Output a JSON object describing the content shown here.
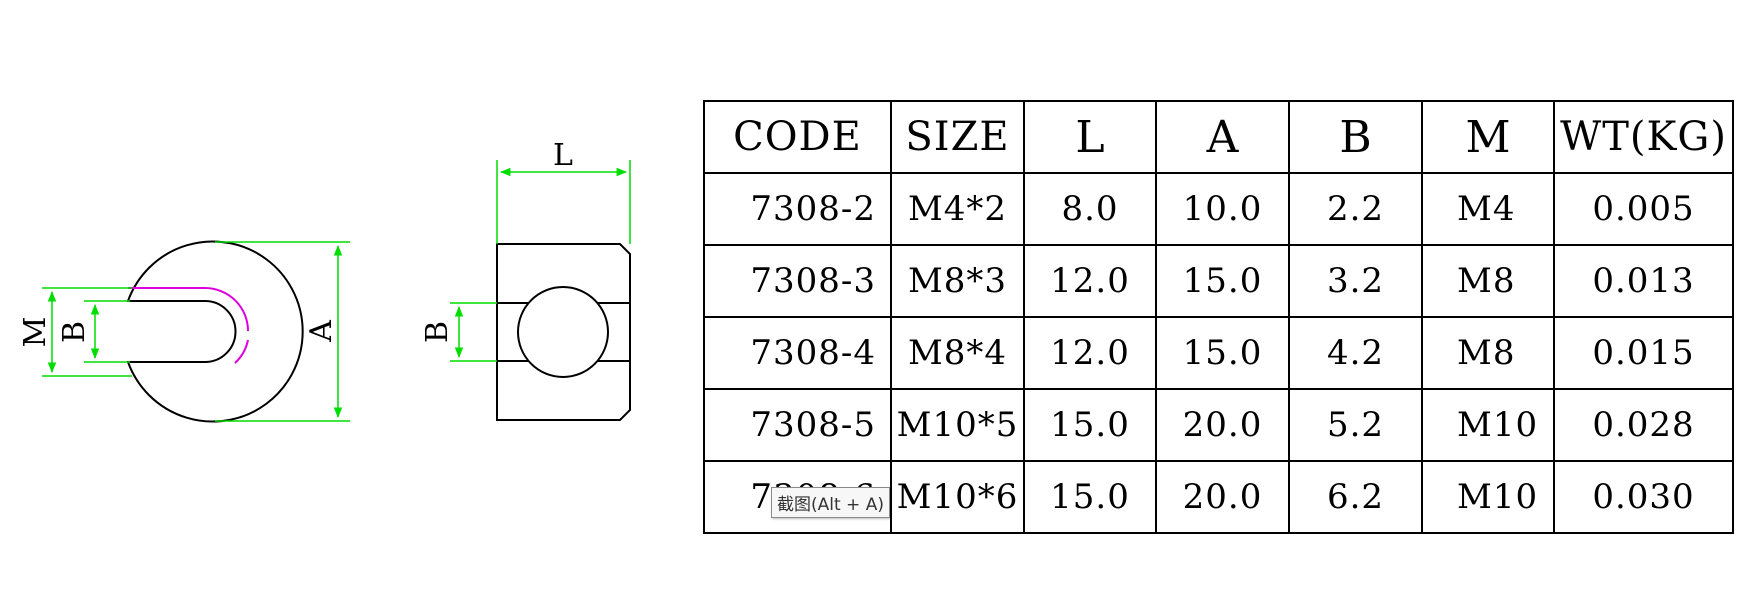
{
  "colors": {
    "line": "#000000",
    "dimension": "#00dd00",
    "centerline": "#dd00dd",
    "tooltip_bg": "#f7f7f7"
  },
  "front_view": {
    "label_m": "M",
    "label_b": "B",
    "label_a": "A"
  },
  "side_view": {
    "label_l": "L",
    "label_b": "B"
  },
  "table": {
    "headers": [
      "CODE",
      "SIZE",
      "L",
      "A",
      "B",
      "M",
      "WT(KG)"
    ],
    "rows": [
      [
        "7308-2",
        "M4*2",
        "8.0",
        "10.0",
        "2.2",
        "M4",
        "0.005"
      ],
      [
        "7308-3",
        "M8*3",
        "12.0",
        "15.0",
        "3.2",
        "M8",
        "0.013"
      ],
      [
        "7308-4",
        "M8*4",
        "12.0",
        "15.0",
        "4.2",
        "M8",
        "0.015"
      ],
      [
        "7308-5",
        "M10*5",
        "15.0",
        "20.0",
        "5.2",
        "M10",
        "0.028"
      ],
      [
        "7308-6",
        "M10*6",
        "15.0",
        "20.0",
        "6.2",
        "M10",
        "0.030"
      ]
    ]
  },
  "tooltip": {
    "text": "截图(Alt + A)"
  }
}
